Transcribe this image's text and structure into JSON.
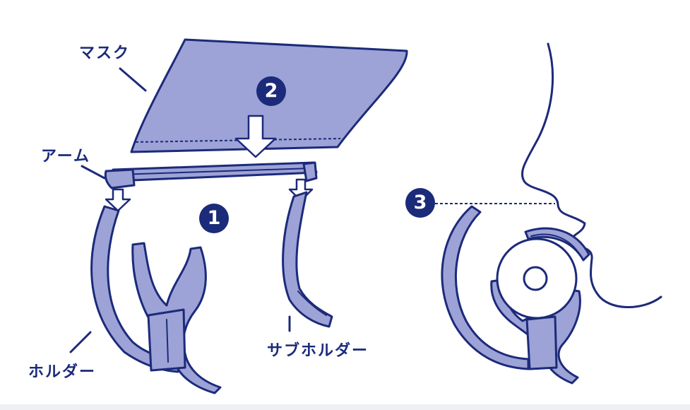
{
  "labels": {
    "mask": "マスク",
    "arm": "アーム",
    "holder": "ホルダー",
    "sub_holder": "サブホルダー"
  },
  "steps": [
    "1",
    "2",
    "3"
  ],
  "colors": {
    "fill": "#9da3d6",
    "outline": "#1c2a7a",
    "badge": "#1c2a7a",
    "text": "#1a2a7c"
  }
}
